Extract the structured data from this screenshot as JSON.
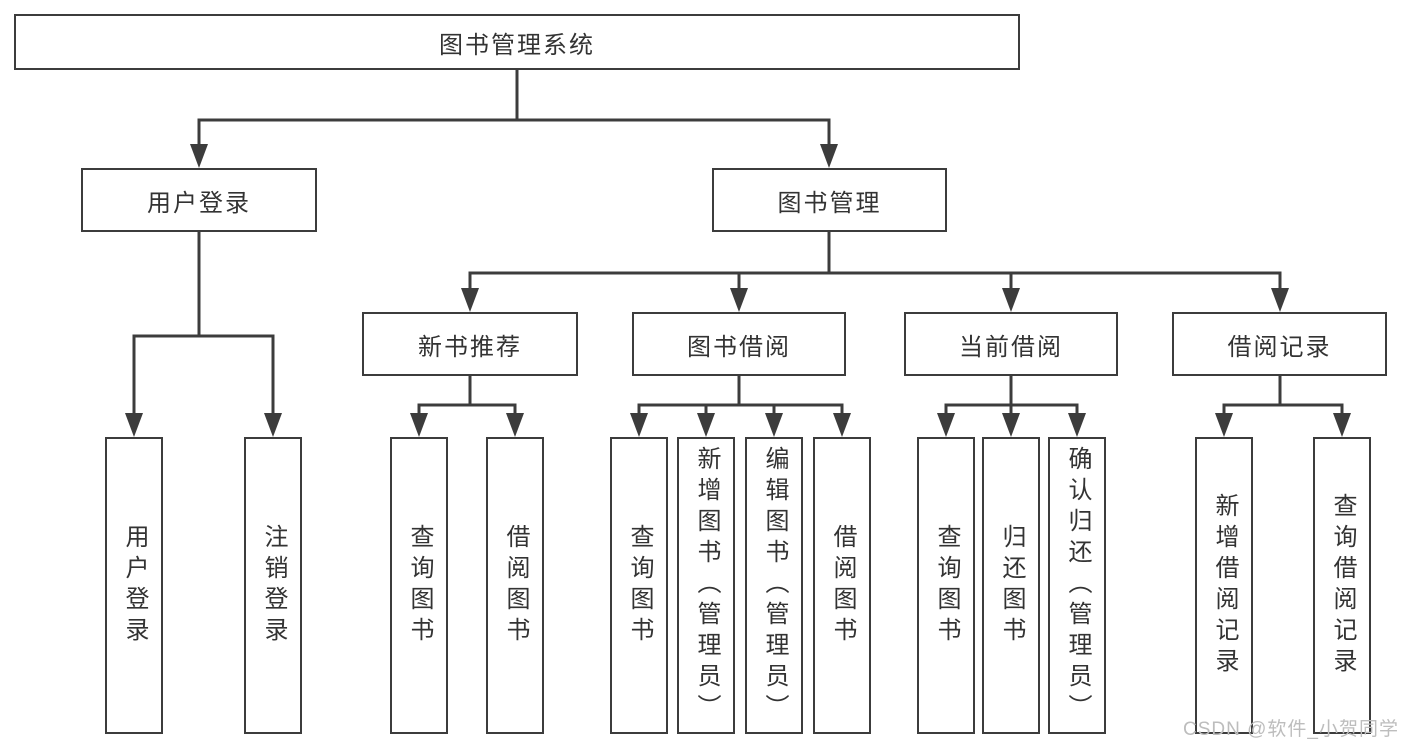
{
  "tree": {
    "root": {
      "label": "图书管理系统"
    },
    "level2": [
      {
        "label": "用户登录",
        "children": [
          {
            "label": "用户登录"
          },
          {
            "label": "注销登录"
          }
        ]
      },
      {
        "label": "图书管理",
        "children": [
          {
            "label": "新书推荐",
            "children": [
              {
                "label": "查询图书"
              },
              {
                "label": "借阅图书"
              }
            ]
          },
          {
            "label": "图书借阅",
            "children": [
              {
                "label": "查询图书"
              },
              {
                "label": "新增图书（管理员）"
              },
              {
                "label": "编辑图书（管理员）"
              },
              {
                "label": "借阅图书"
              }
            ]
          },
          {
            "label": "当前借阅",
            "children": [
              {
                "label": "查询图书"
              },
              {
                "label": "归还图书"
              },
              {
                "label": "确认归还（管理员）"
              }
            ]
          },
          {
            "label": "借阅记录",
            "children": [
              {
                "label": "新增借阅记录"
              },
              {
                "label": "查询借阅记录"
              }
            ]
          }
        ]
      }
    ]
  },
  "watermark": {
    "text": "CSDN @软件_小贺同学"
  },
  "colors": {
    "line": "#3c3c3c",
    "border": "#3c3c3c",
    "text": "#333333",
    "background": "#ffffff",
    "watermark": "#bdbdbd"
  }
}
